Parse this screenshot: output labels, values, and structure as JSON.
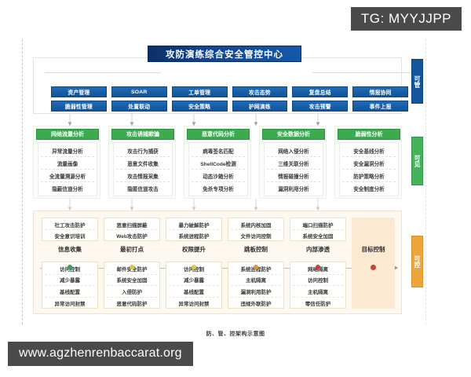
{
  "watermarks": {
    "telegram": "TG: MYYJJPP",
    "site": "www.agzhenrenbaccarat.org"
  },
  "caption": "防、管、控架构示意图",
  "colors": {
    "manage_blue": "#14549a",
    "title_navy": "#0d2f66",
    "visible_green": "#3cab50",
    "control_orange": "#eda43a",
    "panel_cream": "#fdf8f0"
  },
  "pillars": {
    "manage": "可管",
    "visible": "可见",
    "control": "可控"
  },
  "manage": {
    "center_title": "攻防演练综合安全管控中心",
    "cells": [
      "资产管理",
      "SOAR",
      "工单管理",
      "攻击态势",
      "复盘总结",
      "情报协同",
      "脆弱性管理",
      "处置联动",
      "安全策略",
      "护网演练",
      "攻击预警",
      "事件上报"
    ]
  },
  "visible": {
    "columns": [
      {
        "header": "网络流量分析",
        "items": [
          "异常流量分析",
          "流量画像",
          "全流量溯源分析",
          "隐蔽信道分析"
        ]
      },
      {
        "header": "攻击诱捕欺骗",
        "items": [
          "攻击行为捕获",
          "恶意文件收集",
          "攻击情报采集",
          "隐匿信道攻击"
        ]
      },
      {
        "header": "恶意代码分析",
        "items": [
          "病毒签名匹配",
          "ShellCode检测",
          "动态沙箱分析",
          "免杀专项分析"
        ]
      },
      {
        "header": "安全数据分析",
        "items": [
          "网络入侵分析",
          "三维关联分析",
          "情报碰撞分析",
          "漏洞利用分析"
        ]
      },
      {
        "header": "脆弱性分析",
        "items": [
          "安全基线分析",
          "安全漏洞分析",
          "防护策略分析",
          "安全制度分析"
        ]
      }
    ]
  },
  "control": {
    "columns": [
      {
        "stage": "信息收集",
        "dot_color": "#3aa14e",
        "above": [
          "社工攻击防护",
          "安全意识培训"
        ],
        "below": [
          "访问控制",
          "减少暴露",
          "基线配置",
          "异常访问封禁"
        ]
      },
      {
        "stage": "最初打点",
        "dot_color": "#dcc83c",
        "above": [
          "恶意扫描屏蔽",
          "Web攻击防护"
        ],
        "below": [
          "邮件安全防护",
          "系统安全加固",
          "入侵防护",
          "恶意代码防护"
        ]
      },
      {
        "stage": "权限提升",
        "dot_color": "#e0c93e",
        "above": [
          "暴力破解防护",
          "系统进程防护"
        ],
        "below": [
          "访问控制",
          "减少暴露",
          "基线配置",
          "异常访问封禁"
        ]
      },
      {
        "stage": "跳板控制",
        "dot_color": "#dd9a3c",
        "above": [
          "系统内核加固",
          "文件访问控制"
        ],
        "below": [
          "系统进程防护",
          "主机隔离",
          "漏洞利用防护",
          "违规外联防护"
        ]
      },
      {
        "stage": "内部渗透",
        "dot_color": "#c8423a",
        "above": [
          "端口扫描防护",
          "系统安全加固"
        ],
        "below": [
          "网络隔离",
          "访问控制",
          "主机隔离",
          "零信任防护"
        ]
      },
      {
        "stage": "目标控制",
        "dot_color": "#c8423a",
        "above": [],
        "below": []
      }
    ]
  }
}
